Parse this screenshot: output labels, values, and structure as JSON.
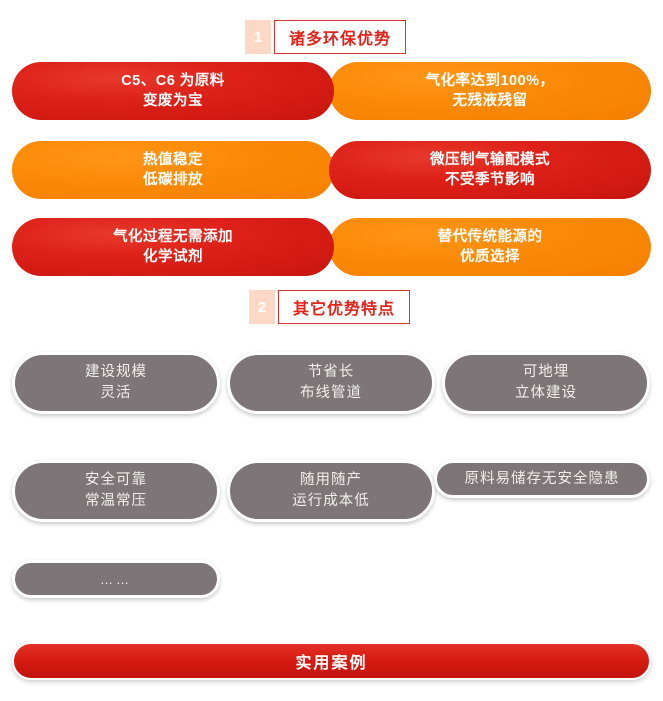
{
  "sections": [
    {
      "badge": "1",
      "title": "诸多环保优势"
    },
    {
      "badge": "2",
      "title": "其它优势特点"
    }
  ],
  "advantages": [
    {
      "line1": "C5、C6 为原料",
      "line2": "变废为宝",
      "color": "red",
      "hex": "#d81b12"
    },
    {
      "line1": "气化率达到100%，",
      "line2": "无残液残留",
      "color": "orange",
      "hex": "#fb8a06"
    },
    {
      "line1": "热值稳定",
      "line2": "低碳排放",
      "color": "orange",
      "hex": "#fb8a06"
    },
    {
      "line1": "微压制气输配模式",
      "line2": "不受季节影响",
      "color": "red",
      "hex": "#d81b12"
    },
    {
      "line1": "气化过程无需添加",
      "line2": "化学试剂",
      "color": "red",
      "hex": "#d81b12"
    },
    {
      "line1": "替代传统能源的",
      "line2": "优质选择",
      "color": "orange",
      "hex": "#fb8a06"
    }
  ],
  "other_features": [
    {
      "line1": "建设规模",
      "line2": "灵活"
    },
    {
      "line1": "节省长",
      "line2": "布线管道"
    },
    {
      "line1": "可地埋",
      "line2": "立体建设"
    },
    {
      "line1": "安全可靠",
      "line2": "常温常压"
    },
    {
      "line1": "随用随产",
      "line2": "运行成本低"
    },
    {
      "line1": "原料易储存无安全隐患",
      "line2": ""
    },
    {
      "line1": "……",
      "line2": ""
    }
  ],
  "footer": {
    "label": "实用案例"
  },
  "colors": {
    "red": "#d81b12",
    "orange": "#fb8a06",
    "gray": "#7d7577",
    "badge_bg": "#fbd9c6",
    "title_text": "#e2231a",
    "title_border": "#d0342c"
  }
}
